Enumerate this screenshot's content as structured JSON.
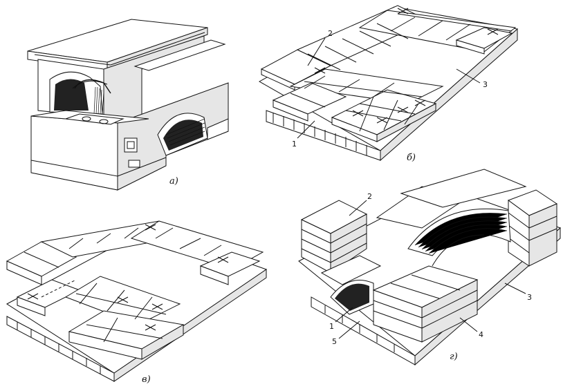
{
  "figure": {
    "panels": [
      {
        "id": "a",
        "label": "а)",
        "callouts": []
      },
      {
        "id": "b",
        "label": "б)",
        "callouts": [
          "1",
          "2",
          "3"
        ]
      },
      {
        "id": "v",
        "label": "в)",
        "callouts": []
      },
      {
        "id": "g",
        "label": "г)",
        "callouts": [
          "1",
          "2",
          "3",
          "4",
          "5"
        ]
      }
    ]
  }
}
